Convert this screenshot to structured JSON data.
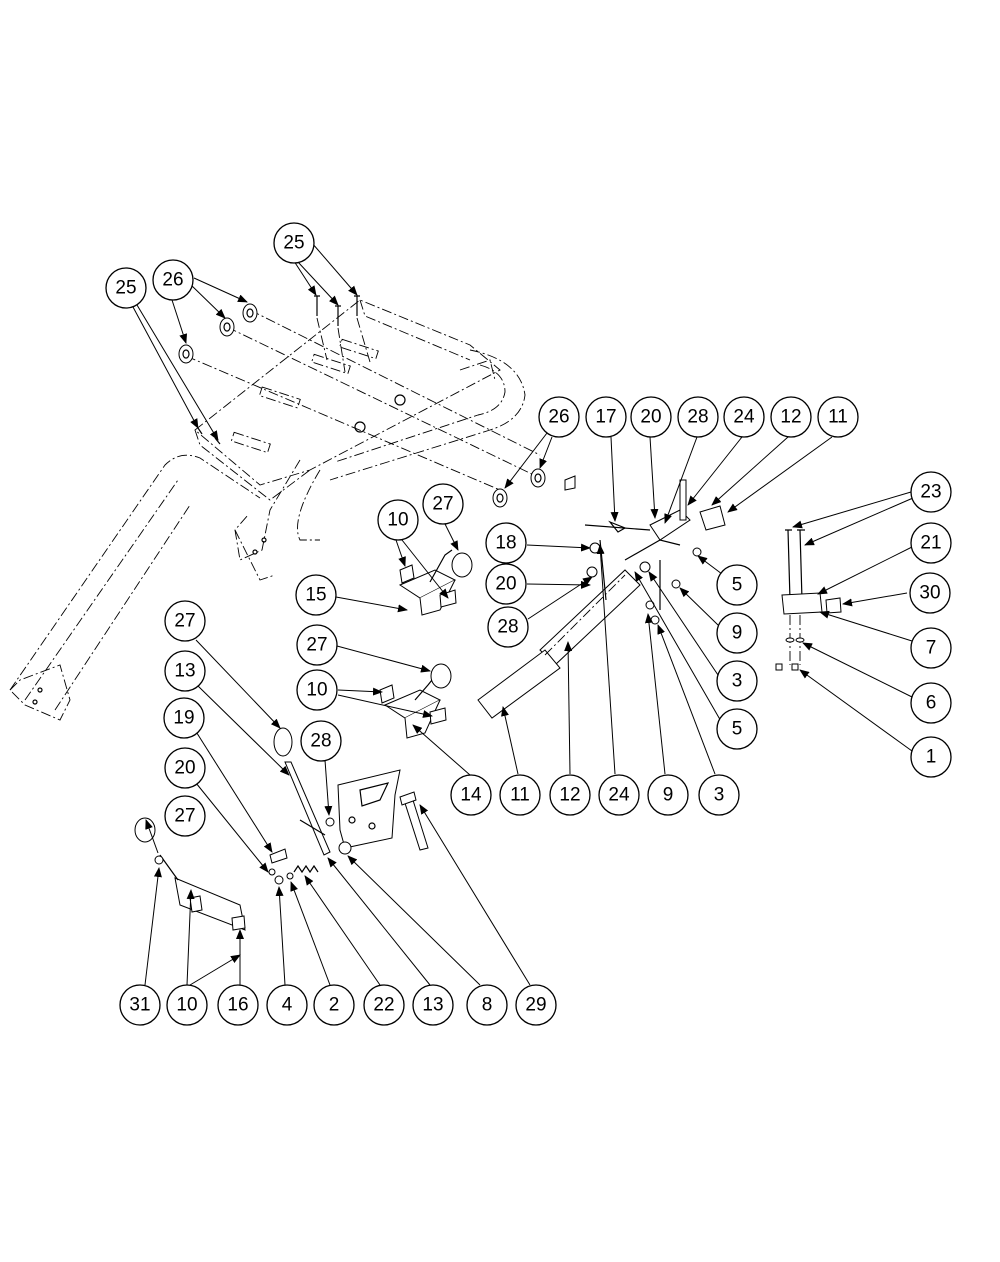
{
  "balloons": [
    {
      "id": "b25a",
      "label": "25"
    },
    {
      "id": "b26a",
      "label": "26"
    },
    {
      "id": "b25b",
      "label": "25"
    },
    {
      "id": "b26b",
      "label": "26"
    },
    {
      "id": "b17",
      "label": "17"
    },
    {
      "id": "b20a",
      "label": "20"
    },
    {
      "id": "b28a",
      "label": "28"
    },
    {
      "id": "b24a",
      "label": "24"
    },
    {
      "id": "b12a",
      "label": "12"
    },
    {
      "id": "b11a",
      "label": "11"
    },
    {
      "id": "b23",
      "label": "23"
    },
    {
      "id": "b21",
      "label": "21"
    },
    {
      "id": "b30",
      "label": "30"
    },
    {
      "id": "b7",
      "label": "7"
    },
    {
      "id": "b6",
      "label": "6"
    },
    {
      "id": "b1",
      "label": "1"
    },
    {
      "id": "b10a",
      "label": "10"
    },
    {
      "id": "b27a",
      "label": "27"
    },
    {
      "id": "b15",
      "label": "15"
    },
    {
      "id": "b18",
      "label": "18"
    },
    {
      "id": "b20b",
      "label": "20"
    },
    {
      "id": "b28b",
      "label": "28"
    },
    {
      "id": "b5a",
      "label": "5"
    },
    {
      "id": "b9a",
      "label": "9"
    },
    {
      "id": "b3a",
      "label": "3"
    },
    {
      "id": "b5b",
      "label": "5"
    },
    {
      "id": "b27b",
      "label": "27"
    },
    {
      "id": "b10b",
      "label": "10"
    },
    {
      "id": "b14",
      "label": "14"
    },
    {
      "id": "b11b",
      "label": "11"
    },
    {
      "id": "b12b",
      "label": "12"
    },
    {
      "id": "b24b",
      "label": "24"
    },
    {
      "id": "b9b",
      "label": "9"
    },
    {
      "id": "b3b",
      "label": "3"
    },
    {
      "id": "b27c",
      "label": "27"
    },
    {
      "id": "b13a",
      "label": "13"
    },
    {
      "id": "b19",
      "label": "19"
    },
    {
      "id": "b20c",
      "label": "20"
    },
    {
      "id": "b28c",
      "label": "28"
    },
    {
      "id": "b27d",
      "label": "27"
    },
    {
      "id": "b31",
      "label": "31"
    },
    {
      "id": "b10c",
      "label": "10"
    },
    {
      "id": "b16",
      "label": "16"
    },
    {
      "id": "b4",
      "label": "4"
    },
    {
      "id": "b2",
      "label": "2"
    },
    {
      "id": "b22",
      "label": "22"
    },
    {
      "id": "b13b",
      "label": "13"
    },
    {
      "id": "b8",
      "label": "8"
    },
    {
      "id": "b29",
      "label": "29"
    }
  ]
}
